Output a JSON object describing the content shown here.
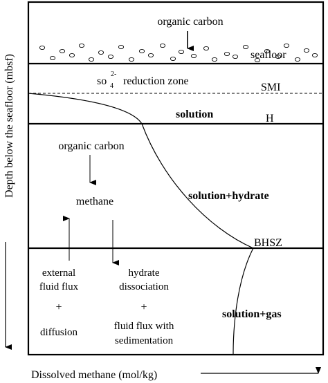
{
  "zones": {
    "seafloor_top": {
      "source_label": "organic carbon",
      "seafloor_label": "seafloor"
    },
    "sulfate": {
      "label_so": "so",
      "label_sub": "4",
      "label_sup": "2-",
      "label_rest": " reduction zone",
      "smi_label": "SMI"
    },
    "solution": {
      "label": "solution",
      "h_label": "H"
    },
    "hydrate": {
      "label": "solution+hydrate",
      "source_label": "organic carbon",
      "product_label": "methane",
      "bhsz_label": "BHSZ"
    },
    "gas": {
      "label": "solution+gas",
      "left_line1": "external",
      "left_line2": "fluid flux",
      "left_plus": "+",
      "left_line3": "diffusion",
      "right_line1": "hydrate",
      "right_line2": "dissociation",
      "right_plus": "+",
      "right_line3": "fluid flux with",
      "right_line4": "sedimentation"
    }
  },
  "axes": {
    "y_label": "Depth below the seafloor (mbsf)",
    "x_label": "Dissolved methane (mol/kg)"
  }
}
